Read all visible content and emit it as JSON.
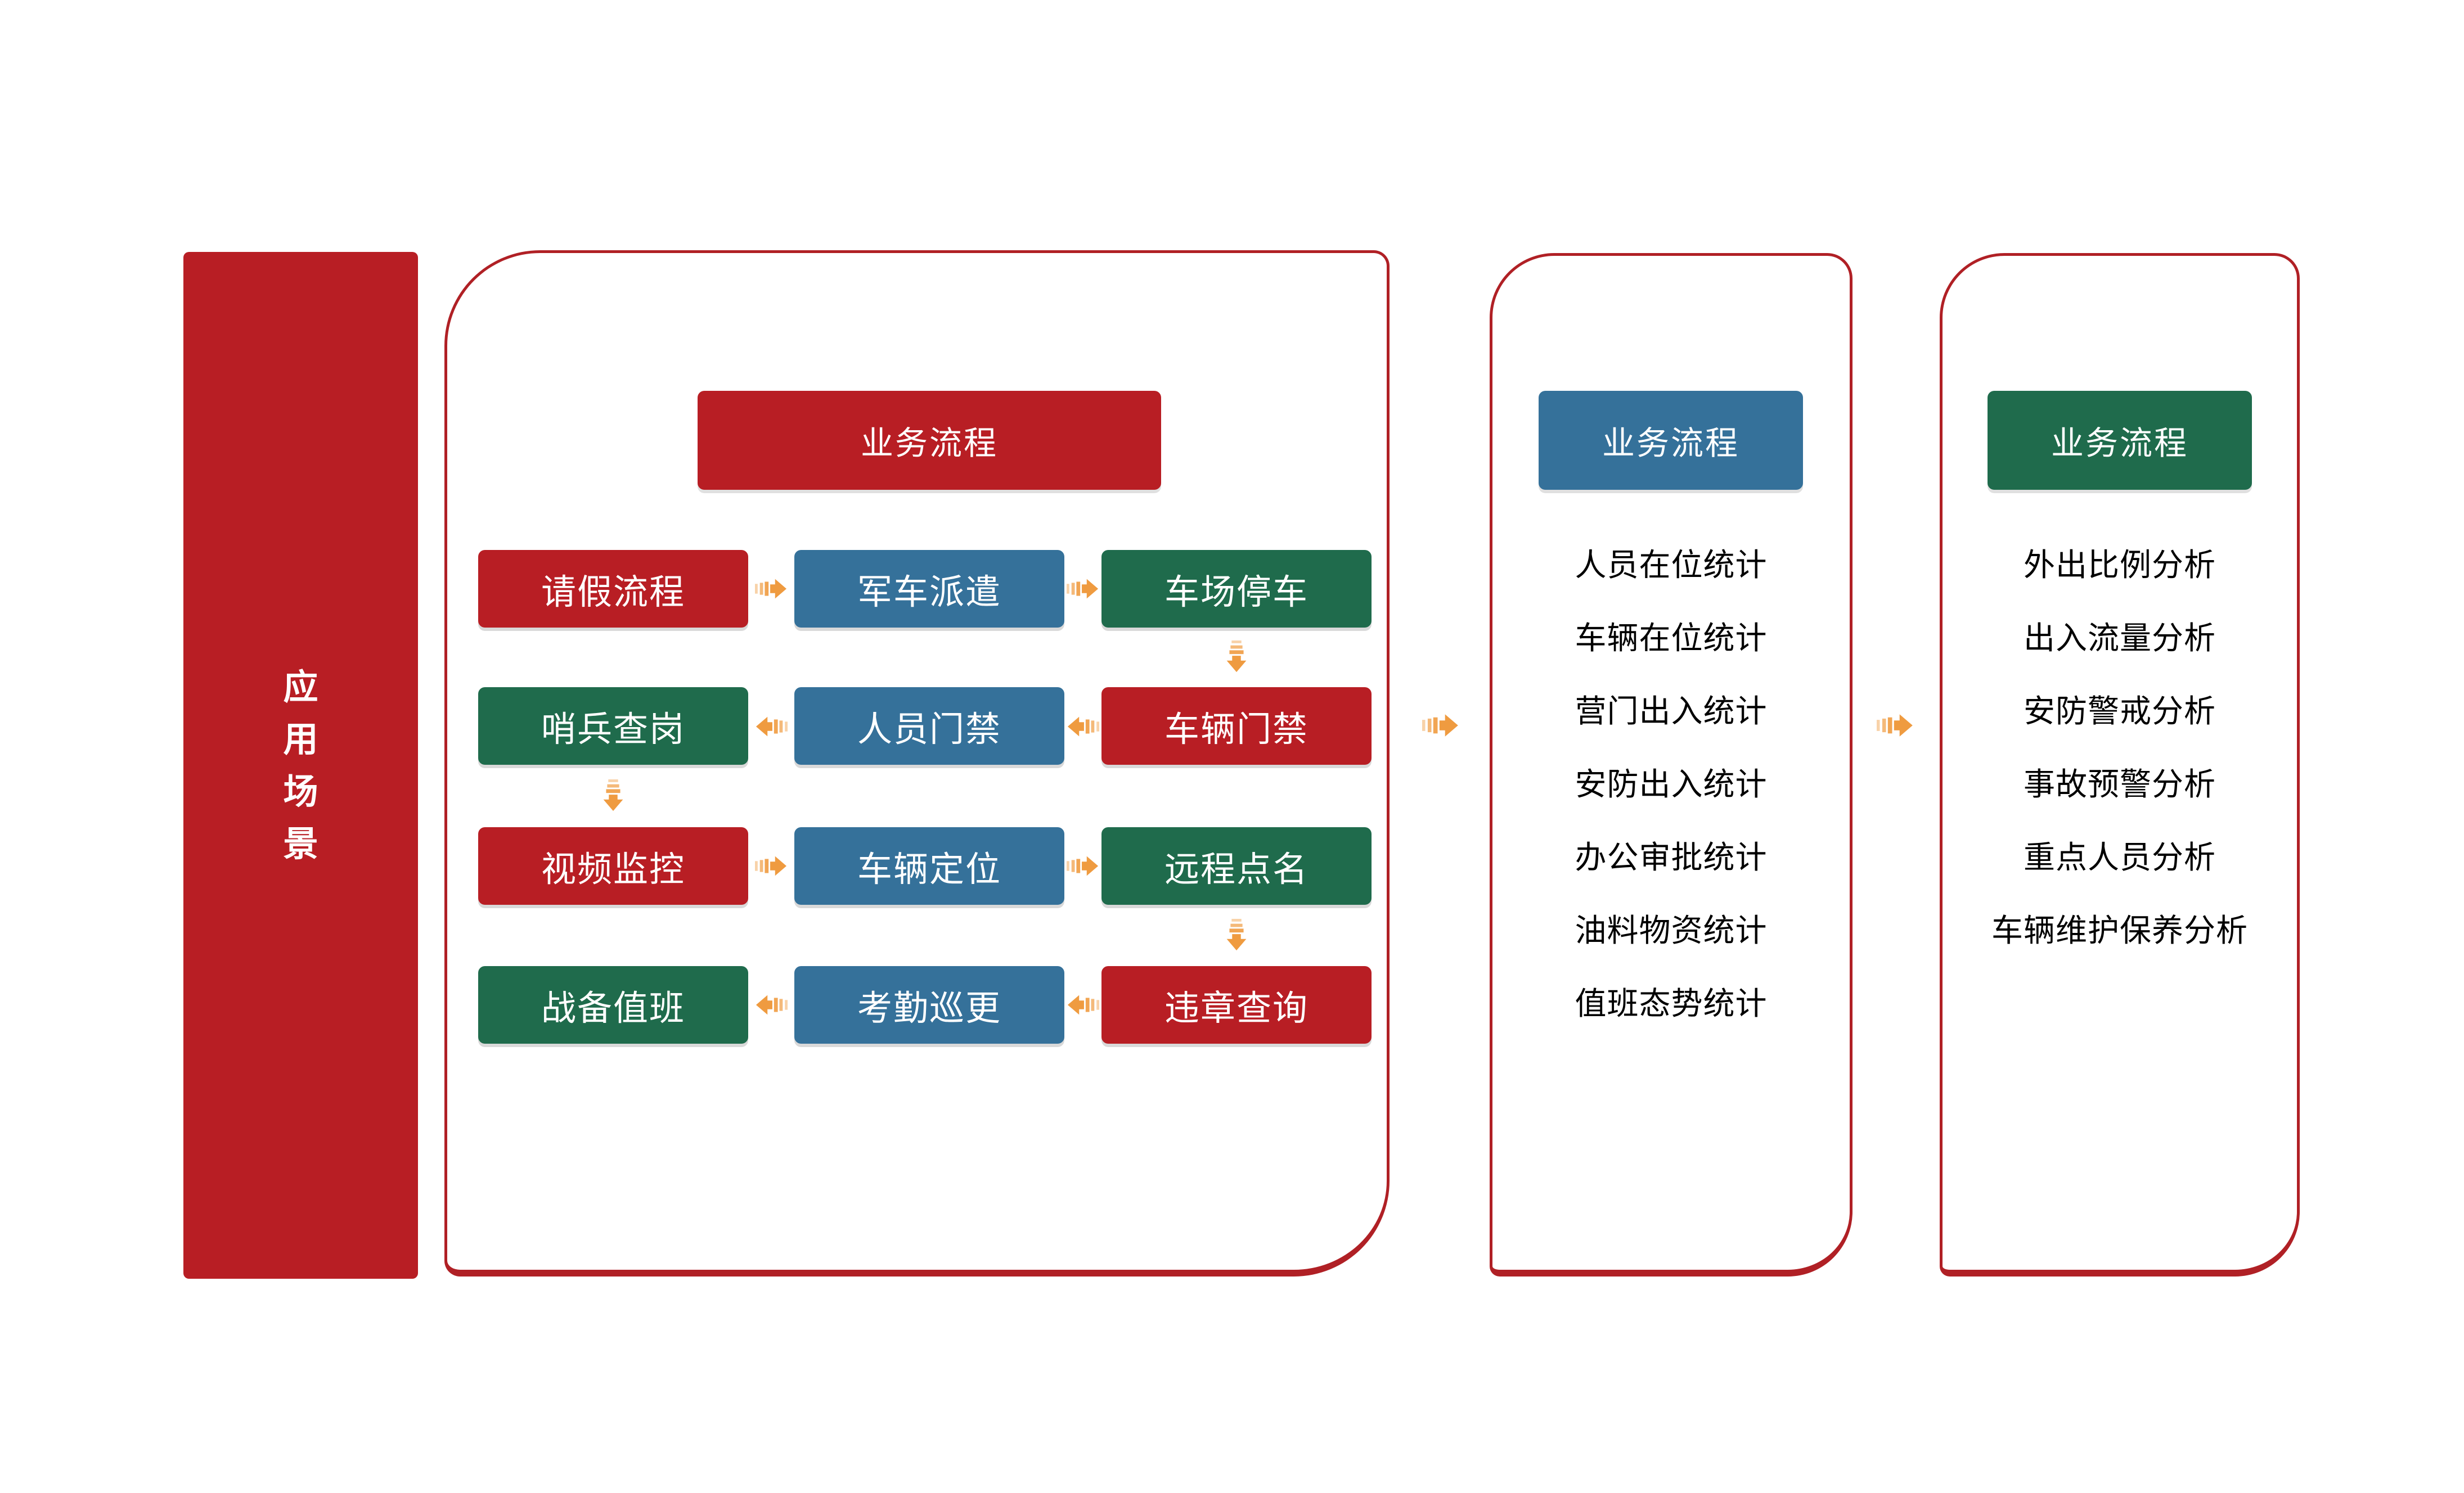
{
  "palette": {
    "red": "#B81E24",
    "blue": "#35719A",
    "green": "#1F6B4C",
    "orange": "#EF9B40",
    "panel-border": "#B02025",
    "text-on-color": "#FFFFFF",
    "text-dark": "#000000"
  },
  "sidebar": {
    "label": "应用场景"
  },
  "flow_panel": {
    "header": "业务流程",
    "grid": [
      {
        "label": "请假流程",
        "color": "red"
      },
      {
        "label": "军车派遣",
        "color": "blue"
      },
      {
        "label": "车场停车",
        "color": "green"
      },
      {
        "label": "哨兵查岗",
        "color": "green"
      },
      {
        "label": "人员门禁",
        "color": "blue"
      },
      {
        "label": "车辆门禁",
        "color": "red"
      },
      {
        "label": "视频监控",
        "color": "red"
      },
      {
        "label": "车辆定位",
        "color": "blue"
      },
      {
        "label": "远程点名",
        "color": "green"
      },
      {
        "label": "战备值班",
        "color": "green"
      },
      {
        "label": "考勤巡更",
        "color": "blue"
      },
      {
        "label": "违章查询",
        "color": "red"
      }
    ]
  },
  "stats_panel": {
    "header": "业务流程",
    "items": [
      "人员在位统计",
      "车辆在位统计",
      "营门出入统计",
      "安防出入统计",
      "办公审批统计",
      "油料物资统计",
      "值班态势统计"
    ]
  },
  "analysis_panel": {
    "header": "业务流程",
    "items": [
      "外出比例分析",
      "出入流量分析",
      "安防警戒分析",
      "事故预警分析",
      "重点人员分析",
      "车辆维护保养分析"
    ]
  }
}
